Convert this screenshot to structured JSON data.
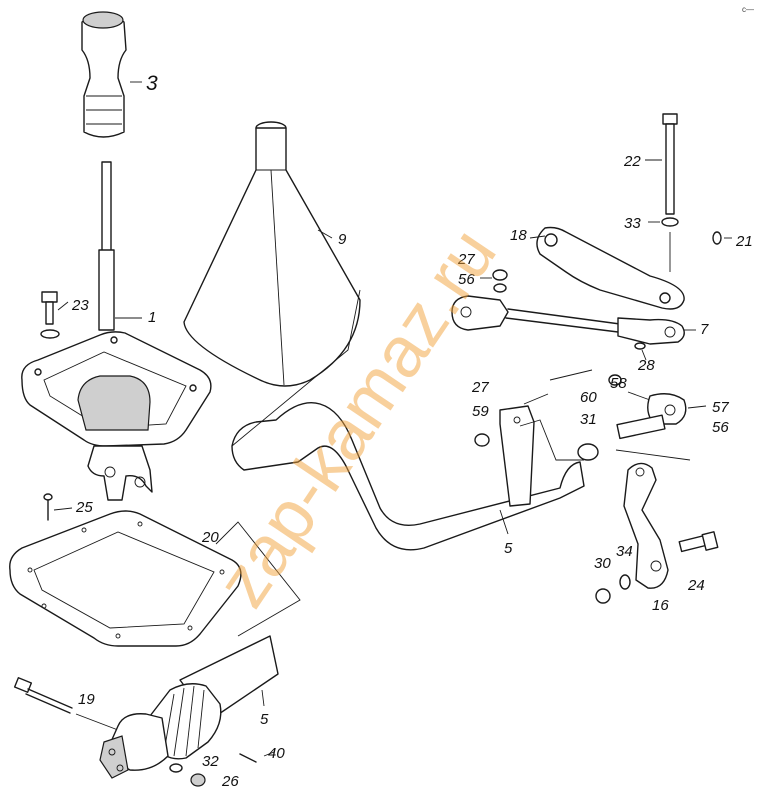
{
  "watermark": "zap-kamaz.ru",
  "corner_mark": "c—",
  "callouts": {
    "p3": "3",
    "p9": "9",
    "p22": "22",
    "p33": "33",
    "p21": "21",
    "p18": "18",
    "p27a": "27",
    "p56a": "56",
    "p23": "23",
    "p1": "1",
    "p7": "7",
    "p28": "28",
    "p27b": "27",
    "p59": "59",
    "p60": "60",
    "p58": "58",
    "p31": "31",
    "p57": "57",
    "p56b": "56",
    "p25": "25",
    "p20": "20",
    "p5a": "5",
    "p34": "34",
    "p30": "30",
    "p24": "24",
    "p16": "16",
    "p19": "19",
    "p5b": "5",
    "p40": "40",
    "p32": "32",
    "p26": "26"
  },
  "colors": {
    "line": "#1a1a1a",
    "background": "#ffffff",
    "watermark": "#f2a23a"
  }
}
